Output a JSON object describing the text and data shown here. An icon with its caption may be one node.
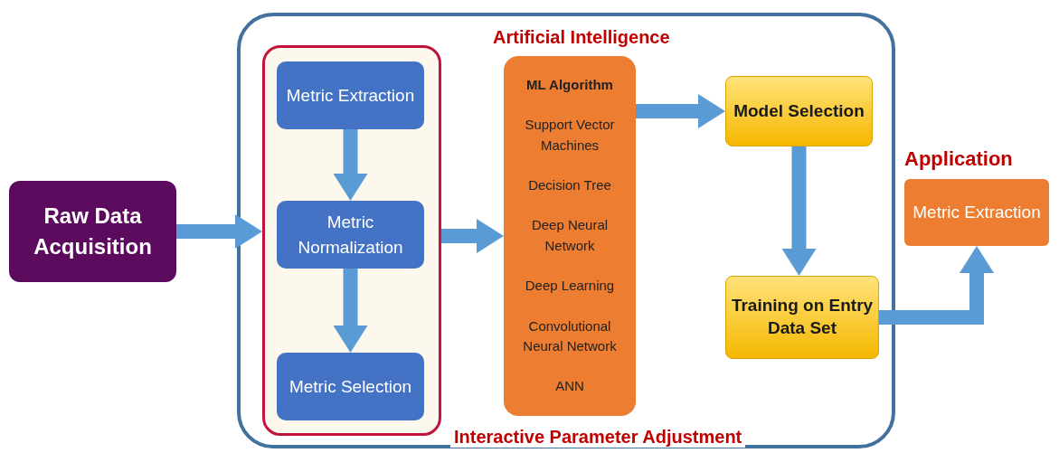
{
  "diagram": {
    "nodes": [
      {
        "text": [
          "Raw Data Acquisition"
        ]
      },
      {
        "text": [
          "Artificial Intelligence",
          "Interactive Parameter Adjustment"
        ]
      },
      {
        "text": [],
        "shape": "box",
        "in": 1
      },
      {
        "text": [
          "Metric Extraction"
        ],
        "in": 2
      },
      {
        "text": [
          "Metric Normalization"
        ],
        "in": 2
      },
      {
        "text": [
          "Metric Selection"
        ],
        "in": 2
      },
      {
        "text": [
          "ML Algorithm",
          "Support Vector Machines",
          "Decision Tree",
          "Deep Neural Network",
          "Deep Learning",
          "Convolutional Neural Network",
          "ANN"
        ],
        "in": 1
      },
      {
        "text": [
          "Model Selection"
        ],
        "in": 1
      },
      {
        "text": [
          "Training on Entry Data Set"
        ],
        "in": 1
      },
      {
        "text": [
          "Application",
          "Metric Extraction"
        ]
      }
    ],
    "edges": [
      {
        "from": 0,
        "to": 2,
        "arrow": "to"
      },
      {
        "from": 3,
        "to": 4,
        "arrow": "to"
      },
      {
        "from": 4,
        "to": 5,
        "arrow": "to"
      },
      {
        "from": 2,
        "to": 6,
        "arrow": "to"
      },
      {
        "from": 6,
        "to": 7,
        "arrow": "to"
      },
      {
        "from": 7,
        "to": 8,
        "arrow": "to"
      },
      {
        "from": 8,
        "to": 9,
        "arrow": "to"
      }
    ]
  }
}
